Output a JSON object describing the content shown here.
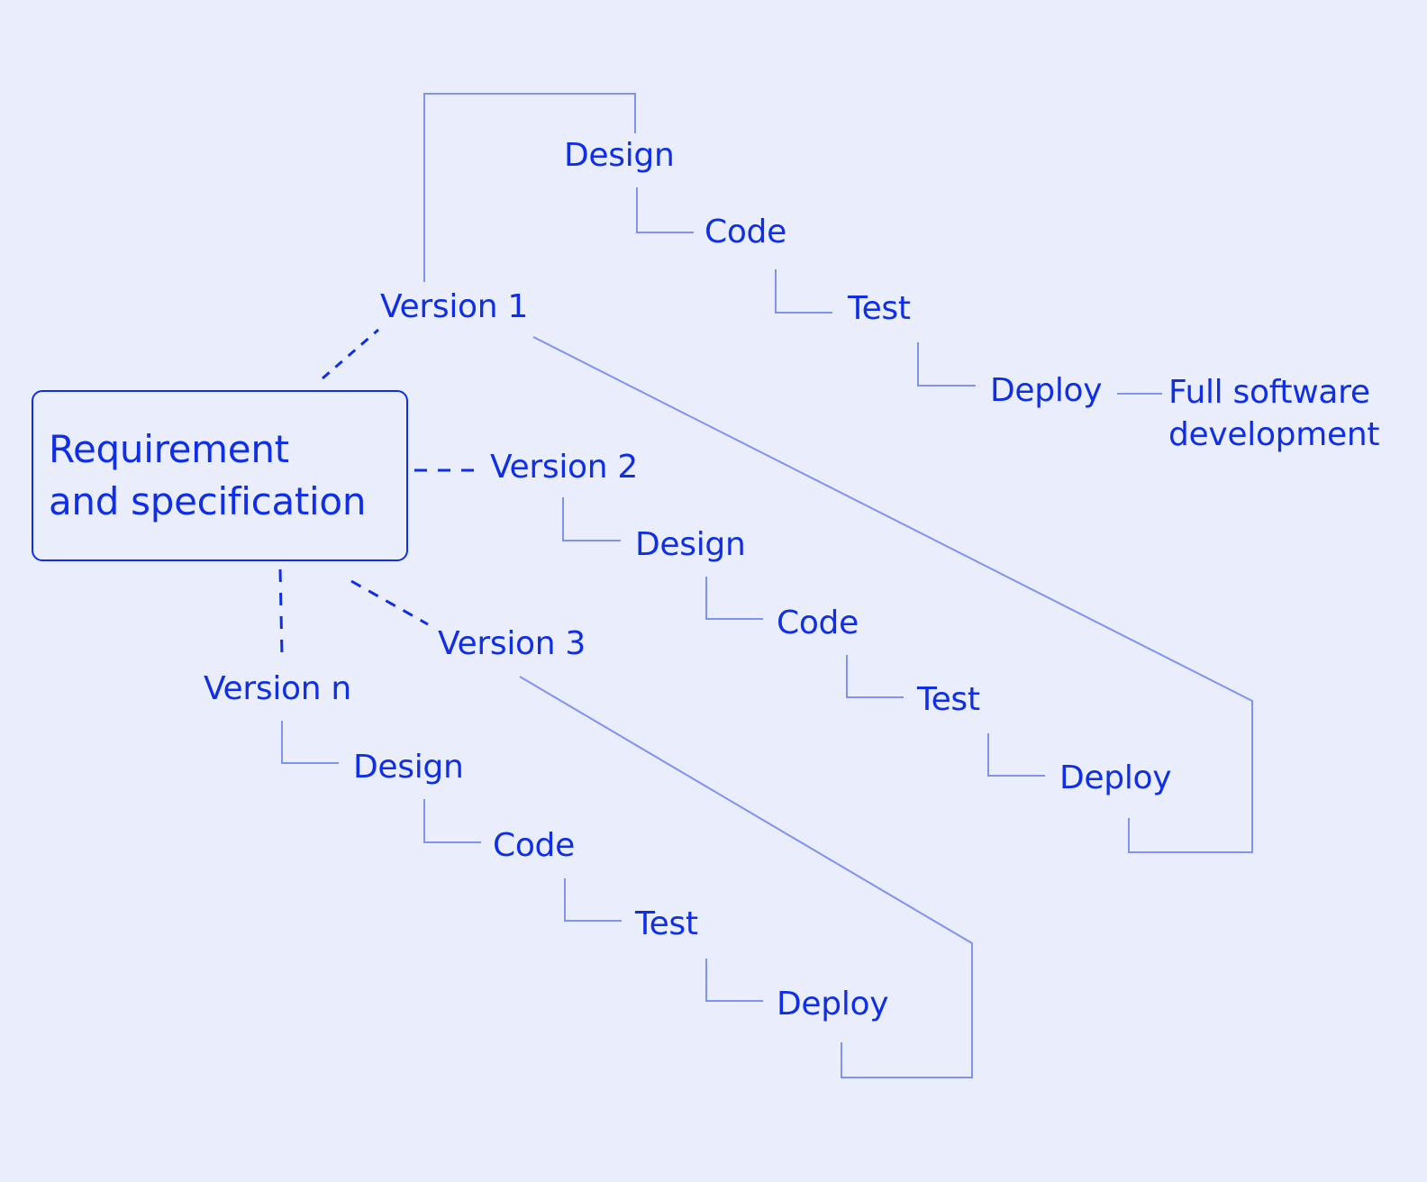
{
  "root": {
    "line1": "Requirement",
    "line2": "and specification"
  },
  "outcome": {
    "line1": "Full software",
    "line2": "development"
  },
  "versions": [
    {
      "label": "Version 1",
      "steps": [
        "Design",
        "Code",
        "Test",
        "Deploy"
      ]
    },
    {
      "label": "Version 2",
      "steps": [
        "Design",
        "Code",
        "Test",
        "Deploy"
      ]
    },
    {
      "label": "Version 3"
    },
    {
      "label": "Version n",
      "steps": [
        "Design",
        "Code",
        "Test",
        "Deploy"
      ]
    }
  ],
  "colors": {
    "background": "#eaedfb",
    "text": "#0f2ee8",
    "line": "#7f93f2",
    "dashed": "#0f2ee8"
  }
}
